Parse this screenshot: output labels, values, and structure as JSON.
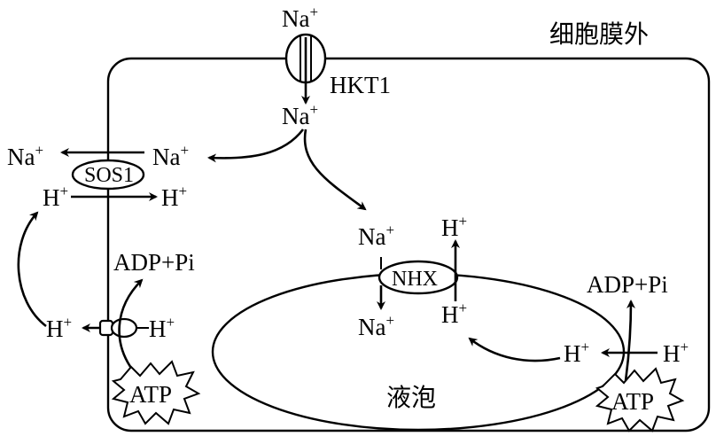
{
  "diagram": {
    "outside_label": "细胞膜外",
    "vacuole_label": "液泡",
    "ions": {
      "na": "Na",
      "h": "H",
      "plus": "+"
    },
    "proteins": {
      "hkt1": "HKT1",
      "sos1": "SOS1",
      "nhx": "NHX"
    },
    "energy": {
      "atp": "ATP",
      "adp_pi": "ADP+Pi"
    }
  }
}
